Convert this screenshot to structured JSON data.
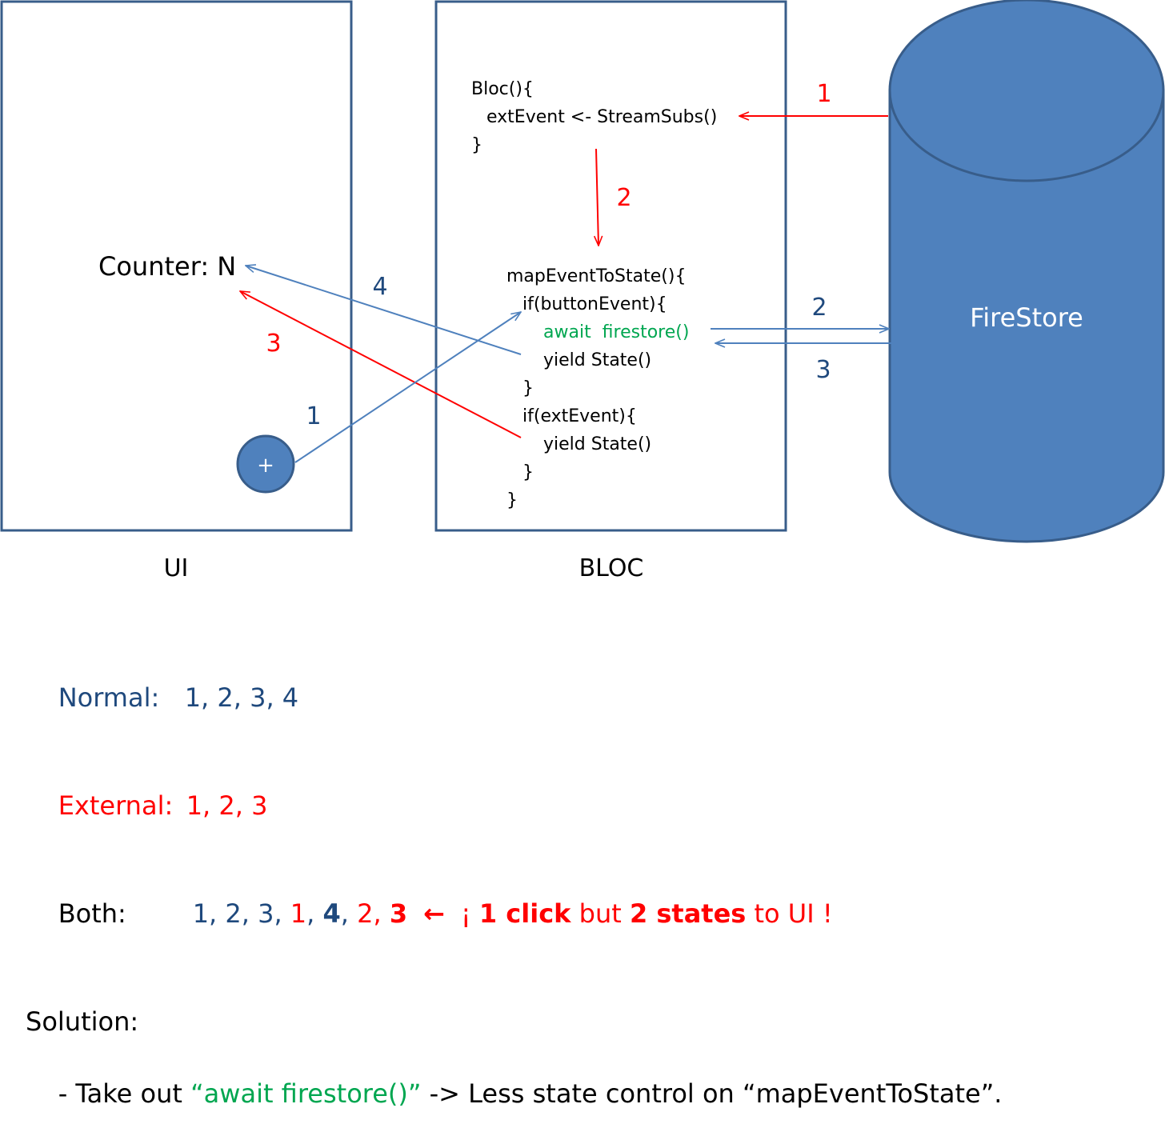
{
  "ui_box": {
    "label": "UI",
    "counter": "Counter: N",
    "button": "+"
  },
  "bloc_box": {
    "label": "BLOC",
    "code_top": [
      "Bloc(){",
      "extEvent <- StreamSubs()",
      "}"
    ],
    "code_main": [
      "mapEventToState(){",
      "if(buttonEvent){",
      "await  firestore()",
      "yield State()",
      "}",
      "if(extEvent){",
      "yield State()",
      "}",
      "}"
    ]
  },
  "database": {
    "label": "FireStore"
  },
  "arrow_labels": {
    "red_1": "1",
    "red_2": "2",
    "red_3": "3",
    "blue_1": "1",
    "blue_2": "2",
    "blue_3": "3",
    "blue_4": "4"
  },
  "legend": {
    "normal": {
      "label": "Normal:",
      "sequence": "1, 2, 3, 4"
    },
    "external": {
      "label": "External:",
      "sequence": "1, 2, 3"
    },
    "both": {
      "label": "Both:",
      "s1": "1, 2, 3, ",
      "s2": "1",
      "s3": ", ",
      "s4": "4",
      "s5": ", ",
      "s6": "2, ",
      "s7": "3",
      "arrow": "←",
      "n1": "¡ ",
      "n2": "1 click",
      "n3": " but ",
      "n4": "2 states",
      "n5": " to UI !"
    },
    "solution_title": "Solution:",
    "solution_prefix": "- Take out ",
    "solution_code": "“await firestore()”",
    "solution_suffix": " -> Less state control on “mapEventToState”."
  },
  "colors": {
    "blue": "#1f497d",
    "red": "#ff0000",
    "green": "#00a650",
    "db_fill": "#4f81bd",
    "db_stroke": "#385d8a"
  }
}
